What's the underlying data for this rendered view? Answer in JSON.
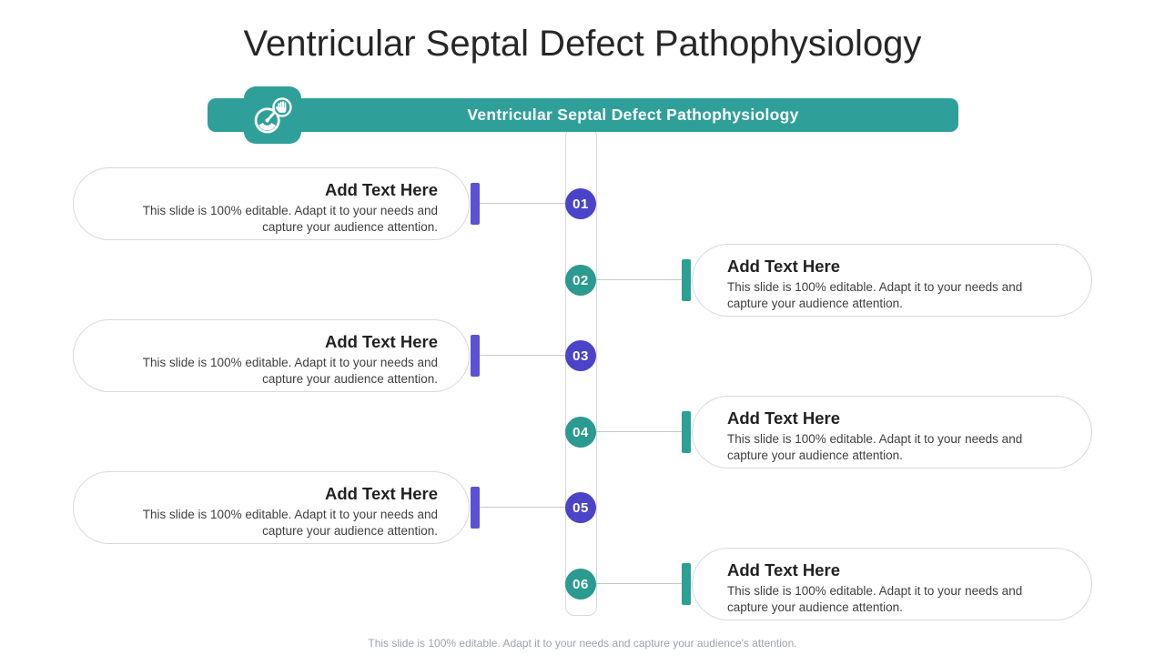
{
  "title": "Ventricular Septal Defect Pathophysiology",
  "banner": {
    "label": "Ventricular Septal Defect Pathophysiology",
    "icon": "speedometer-stop-hand-icon"
  },
  "items": [
    {
      "number": "01",
      "side": "left",
      "title": "Add Text Here",
      "body": "This slide is 100% editable. Adapt it to your needs and capture your audience attention.",
      "accent": "#4B44C8"
    },
    {
      "number": "02",
      "side": "right",
      "title": "Add Text Here",
      "body": "This slide is 100% editable. Adapt it to your needs and capture your audience attention.",
      "accent": "#2B9A8F"
    },
    {
      "number": "03",
      "side": "left",
      "title": "Add Text Here",
      "body": "This slide is 100% editable. Adapt it to your needs and capture your audience attention.",
      "accent": "#4B44C8"
    },
    {
      "number": "04",
      "side": "right",
      "title": "Add Text Here",
      "body": "This slide is 100% editable. Adapt it to your needs and capture your audience attention.",
      "accent": "#2B9A8F"
    },
    {
      "number": "05",
      "side": "left",
      "title": "Add Text Here",
      "body": "This slide is 100% editable. Adapt it to your needs and capture your audience attention.",
      "accent": "#4B44C8"
    },
    {
      "number": "06",
      "side": "right",
      "title": "Add Text Here",
      "body": "This slide is 100% editable. Adapt it to your needs and capture your audience attention.",
      "accent": "#2B9A8F"
    }
  ],
  "footer": "This slide is 100% editable. Adapt it to your needs and capture your audience's attention.",
  "colors": {
    "teal": "#2FA099",
    "teal_circle": "#2B9A8F",
    "teal_bar": "#2BA094",
    "purple_circle": "#4B44C8",
    "purple_bar": "#5A52D4",
    "connector": "#C8C8C8",
    "box_border": "#D9D9D9",
    "title_text": "#262626",
    "body_text": "#3F3F3F",
    "footer_text": "#9BA3AB"
  }
}
